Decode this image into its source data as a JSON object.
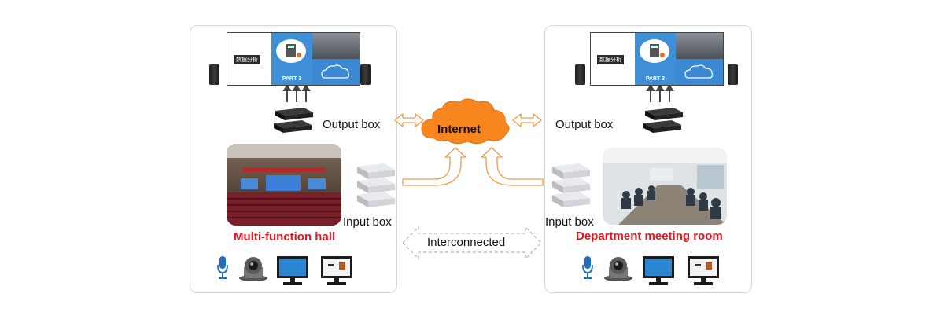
{
  "labels": {
    "internet": "Internet",
    "interconnected": "Interconnected",
    "screen_tag": "数据分析",
    "screen_part": "PART 3"
  },
  "left": {
    "output_box": "Output box",
    "input_box": "Input box",
    "room_name": "Multi-function hall"
  },
  "right": {
    "output_box": "Output box",
    "input_box": "Input box",
    "room_name": "Department meeting room"
  },
  "colors": {
    "arrow_orange": "#f39a4b",
    "cloud_orange": "#f7861f",
    "room_red": "#e8161c",
    "screen_blue": "#3e8fd6"
  },
  "icons": [
    "microphone-icon",
    "ptz-camera-icon",
    "desktop-monitor-icon",
    "speaker-icon",
    "output-box-device",
    "input-box-device"
  ]
}
